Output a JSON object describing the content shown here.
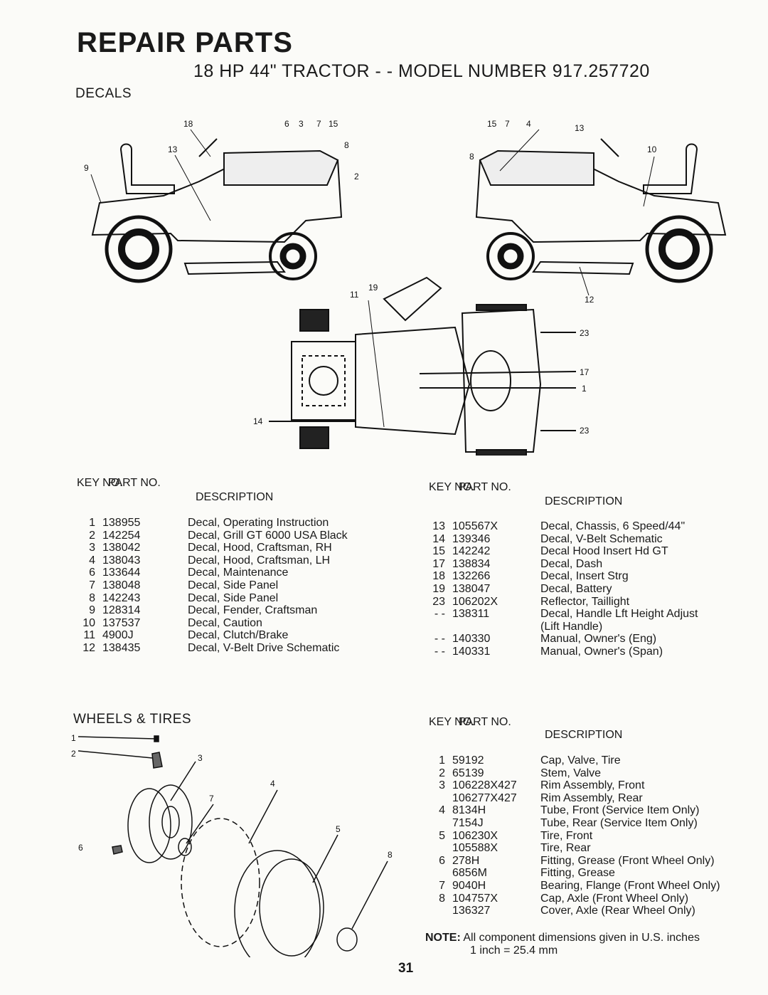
{
  "header": {
    "title": "REPAIR PARTS",
    "subtitle": "18 HP 44\" TRACTOR - - MODEL NUMBER 917.257720"
  },
  "decals": {
    "section_title": "DECALS",
    "callouts": [
      "18",
      "6",
      "3",
      "7",
      "15",
      "13",
      "9",
      "8",
      "2",
      "15",
      "7",
      "4",
      "13",
      "8",
      "10",
      "11",
      "19",
      "12",
      "23",
      "17",
      "1",
      "14",
      "23"
    ],
    "columns": {
      "key_no": "KEY NO.",
      "part_no": "PART NO.",
      "description": "DESCRIPTION"
    },
    "table_left": [
      {
        "key": "1",
        "part": "138955",
        "desc": "Decal, Operating Instruction"
      },
      {
        "key": "2",
        "part": "142254",
        "desc": "Decal, Grill GT 6000 USA Black"
      },
      {
        "key": "3",
        "part": "138042",
        "desc": "Decal, Hood, Craftsman, RH"
      },
      {
        "key": "4",
        "part": "138043",
        "desc": "Decal, Hood, Craftsman, LH"
      },
      {
        "key": "6",
        "part": "133644",
        "desc": "Decal, Maintenance"
      },
      {
        "key": "7",
        "part": "138048",
        "desc": "Decal, Side Panel"
      },
      {
        "key": "8",
        "part": "142243",
        "desc": "Decal, Side Panel"
      },
      {
        "key": "9",
        "part": "128314",
        "desc": "Decal, Fender, Craftsman"
      },
      {
        "key": "10",
        "part": "137537",
        "desc": "Decal, Caution"
      },
      {
        "key": "11",
        "part": "4900J",
        "desc": "Decal, Clutch/Brake"
      },
      {
        "key": "12",
        "part": "138435",
        "desc": "Decal, V-Belt Drive Schematic"
      }
    ],
    "table_right": [
      {
        "key": "13",
        "part": "105567X",
        "desc": "Decal, Chassis, 6 Speed/44\""
      },
      {
        "key": "14",
        "part": "139346",
        "desc": "Decal, V-Belt Schematic"
      },
      {
        "key": "15",
        "part": "142242",
        "desc": "Decal Hood Insert Hd GT"
      },
      {
        "key": "17",
        "part": "138834",
        "desc": "Decal, Dash"
      },
      {
        "key": "18",
        "part": "132266",
        "desc": "Decal, Insert Strg"
      },
      {
        "key": "19",
        "part": "138047",
        "desc": "Decal, Battery"
      },
      {
        "key": "23",
        "part": "106202X",
        "desc": "Reflector, Taillight"
      },
      {
        "key": "- -",
        "part": "138311",
        "desc": "Decal, Handle Lft Height Adjust"
      },
      {
        "key": "",
        "part": "",
        "desc": "(Lift Handle)"
      },
      {
        "key": "- -",
        "part": "140330",
        "desc": "Manual, Owner's (Eng)"
      },
      {
        "key": "- -",
        "part": "140331",
        "desc": "Manual, Owner's (Span)"
      }
    ]
  },
  "wheels": {
    "section_title": "WHEELS & TIRES",
    "callouts": [
      "1",
      "2",
      "3",
      "4",
      "7",
      "5",
      "6",
      "8"
    ],
    "table": [
      {
        "key": "1",
        "part": "59192",
        "desc": "Cap, Valve, Tire"
      },
      {
        "key": "2",
        "part": "65139",
        "desc": "Stem, Valve"
      },
      {
        "key": "3",
        "part": "106228X427",
        "desc": "Rim Assembly, Front"
      },
      {
        "key": "",
        "part": "106277X427",
        "desc": "Rim Assembly, Rear"
      },
      {
        "key": "4",
        "part": "8134H",
        "desc": "Tube, Front (Service Item Only)"
      },
      {
        "key": "",
        "part": "7154J",
        "desc": "Tube, Rear (Service Item Only)"
      },
      {
        "key": "5",
        "part": "106230X",
        "desc": "Tire, Front"
      },
      {
        "key": "",
        "part": "105588X",
        "desc": "Tire, Rear"
      },
      {
        "key": "6",
        "part": "278H",
        "desc": "Fitting, Grease (Front Wheel Only)"
      },
      {
        "key": "",
        "part": "6856M",
        "desc": "Fitting, Grease"
      },
      {
        "key": "7",
        "part": "9040H",
        "desc": "Bearing, Flange (Front Wheel Only)"
      },
      {
        "key": "8",
        "part": "104757X",
        "desc": "Cap, Axle (Front Wheel Only)"
      },
      {
        "key": "",
        "part": "136327",
        "desc": "Cover, Axle (Rear Wheel Only)"
      }
    ],
    "note_label": "NOTE:",
    "note_line1": "All component dimensions given in U.S. inches",
    "note_line2": "1 inch = 25.4 mm"
  },
  "page_number": "31"
}
